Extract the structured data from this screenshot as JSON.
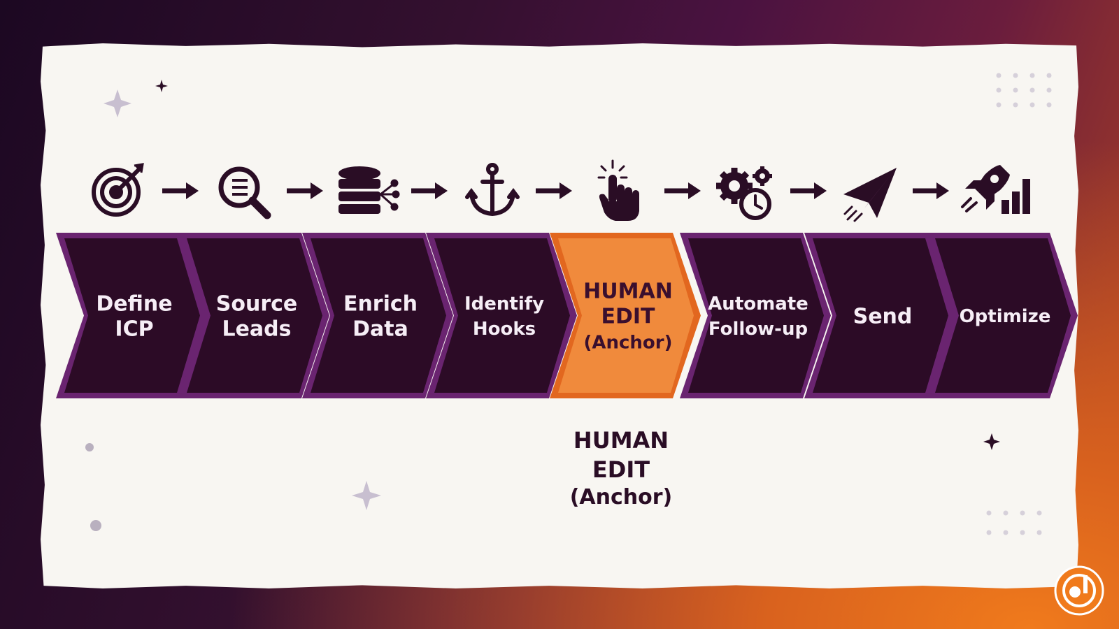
{
  "steps": [
    {
      "lines": [
        "Define",
        "ICP"
      ],
      "icon": "target-icon"
    },
    {
      "lines": [
        "Source",
        "Leads"
      ],
      "icon": "search-list-icon"
    },
    {
      "lines": [
        "Enrich",
        "Data"
      ],
      "icon": "database-icon"
    },
    {
      "lines": [
        "Identify",
        "Hooks"
      ],
      "icon": "anchor-icon"
    },
    {
      "lines": [
        "HUMAN",
        "EDIT",
        "(Anchor)"
      ],
      "icon": "hand-click-icon",
      "highlight": true
    },
    {
      "lines": [
        "Automate",
        "Follow-up"
      ],
      "icon": "gears-clock-icon"
    },
    {
      "lines": [
        "Send"
      ],
      "icon": "paper-plane-icon"
    },
    {
      "lines": [
        "Optimize"
      ],
      "icon": "rocket-chart-icon"
    }
  ],
  "callout": {
    "lines": [
      "HUMAN",
      "EDIT",
      "(Anchor)"
    ]
  },
  "colors": {
    "chevron_fill": "#2c0b26",
    "chevron_border": "#6a2470",
    "highlight_fill": "#f08a3c",
    "highlight_border": "#e2671f",
    "icon": "#2a0d25",
    "paper": "#f8f6f2"
  }
}
